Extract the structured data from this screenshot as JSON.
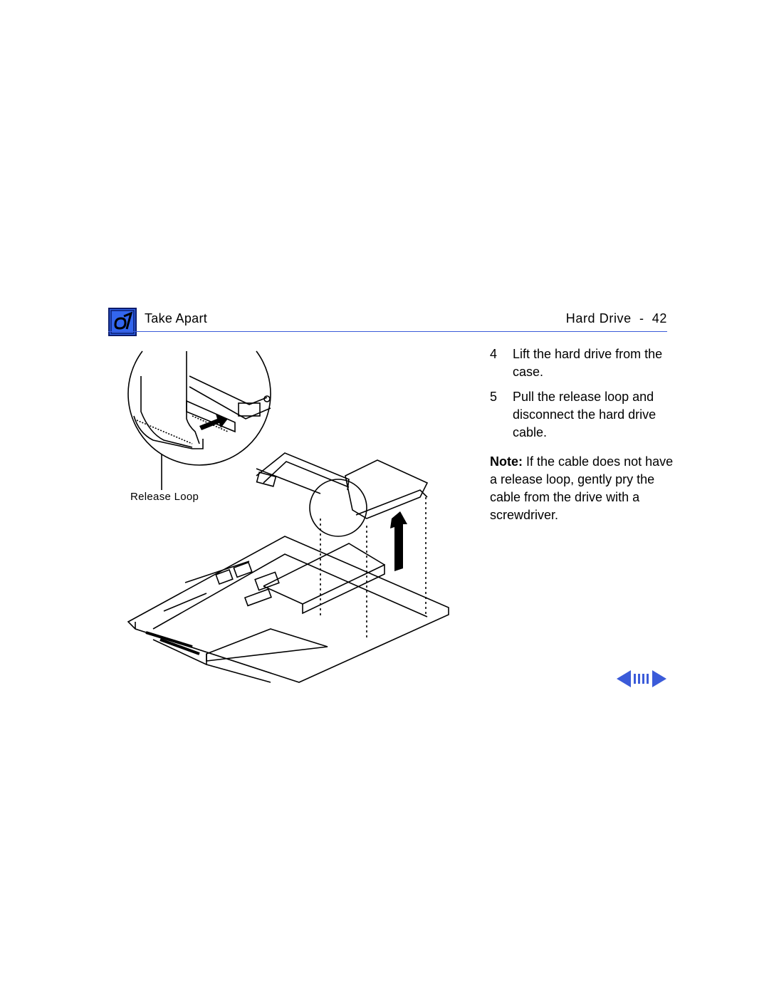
{
  "header": {
    "section": "Take Apart",
    "page_title": "Hard Drive  -  42"
  },
  "steps": [
    {
      "num": "4",
      "text": "Lift the hard drive from the case."
    },
    {
      "num": "5",
      "text": "Pull the release loop and disconnect the hard drive cable."
    }
  ],
  "note": {
    "label": "Note:",
    "text": " If the cable does not have a release loop, gently pry the cable from the drive with a screwdriver."
  },
  "figure": {
    "callout_label": "Release Loop"
  },
  "colors": {
    "accent": "#3b5bd9",
    "icon_fill": "#3366ee"
  },
  "icons": {
    "section_icon": "wrench-tab-icon",
    "prev": "prev-arrow-icon",
    "next": "next-arrow-icon",
    "index": "index-icon"
  }
}
